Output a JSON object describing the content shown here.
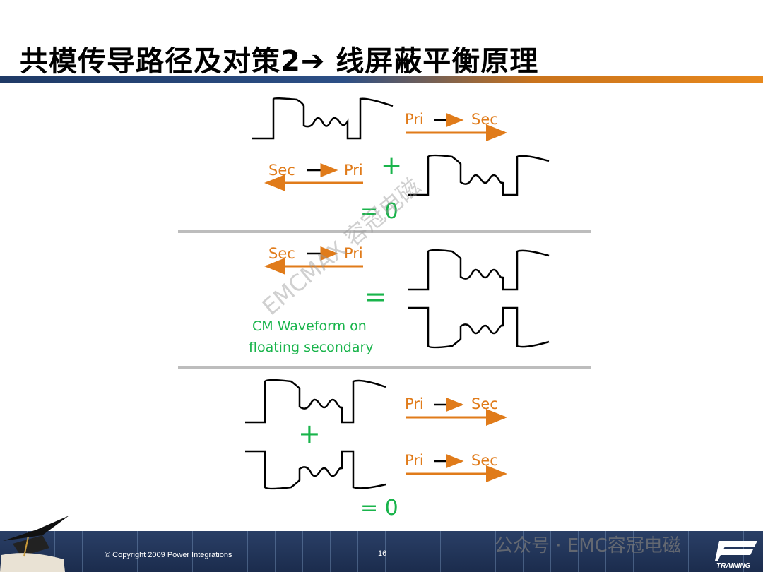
{
  "slide": {
    "title": "共模传导路径及对策2➔ 线屏蔽平衡原理",
    "colors": {
      "accent_orange": "#e07b1a",
      "accent_green": "#19b44b",
      "navy": "#1f3a66"
    }
  },
  "section1": {
    "arrow1": {
      "from": "Pri",
      "to": "Sec"
    },
    "arrow2": {
      "from": "Sec",
      "to": "Pri"
    },
    "plus": "+",
    "result": "= 0"
  },
  "section2": {
    "arrow1": {
      "from": "Sec",
      "to": "Pri"
    },
    "equals": "=",
    "caption_line1": "CM Waveform on",
    "caption_line2": "floating secondary"
  },
  "section3": {
    "arrow1": {
      "from": "Pri",
      "to": "Sec"
    },
    "arrow2": {
      "from": "Pri",
      "to": "Sec"
    },
    "plus": "+",
    "result": "= 0"
  },
  "watermark": "EMCMAX 容冠电磁",
  "footer": {
    "copyright": "© Copyright 2009 Power Integrations",
    "page_number": "16",
    "wechat": "公众号 · EMC容冠电磁",
    "badge": "TRAINING"
  }
}
